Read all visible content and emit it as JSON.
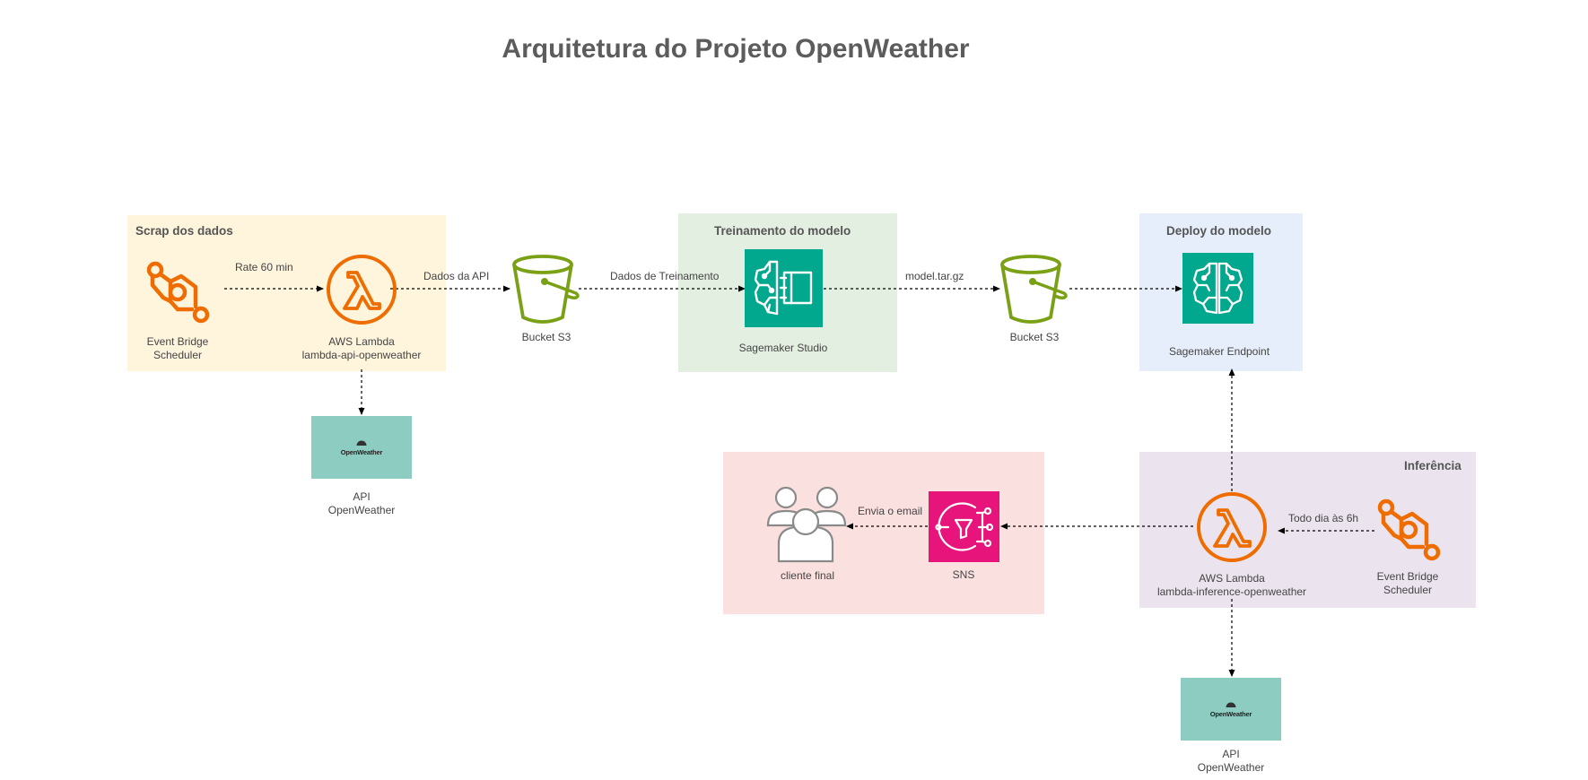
{
  "title": "Arquitetura do Projeto OpenWeather",
  "colors": {
    "scrap_bg": "#fff5dd",
    "train_bg": "#e3efe0",
    "deploy_bg": "#e5eefa",
    "inference_bg": "#ebe4ee",
    "client_bg": "#fbe0e0",
    "lambda_orange": "#ee6c00",
    "bucket_green": "#7aa116",
    "sagemaker_teal": "#01a88d",
    "sns_pink": "#e7157b",
    "openweather_bg": "#8dcdc1",
    "people_gray": "#8a8a8a"
  },
  "groups": {
    "scrap": "Scrap dos dados",
    "training": "Treinamento do modelo",
    "deploy": "Deploy do modelo",
    "inference": "Inferência"
  },
  "nodes": {
    "eventbridge_1": {
      "line1": "Event Bridge",
      "line2": "Scheduler",
      "icon": "eventbridge-scheduler-icon"
    },
    "lambda_1": {
      "line1": "AWS Lambda",
      "line2": "lambda-api-openweather",
      "icon": "lambda-icon"
    },
    "api_1": {
      "line1": "API",
      "line2": "OpenWeather",
      "logo": "OpenWeather"
    },
    "bucket_1": {
      "line1": "Bucket S3",
      "icon": "s3-bucket-icon"
    },
    "sagemaker_studio": {
      "line1": "Sagemaker Studio",
      "icon": "sagemaker-studio-icon"
    },
    "bucket_2": {
      "line1": "Bucket S3",
      "icon": "s3-bucket-icon"
    },
    "sagemaker_endpoint": {
      "line1": "Sagemaker Endpoint",
      "icon": "sagemaker-endpoint-icon"
    },
    "eventbridge_2": {
      "line1": "Event Bridge",
      "line2": "Scheduler",
      "icon": "eventbridge-scheduler-icon"
    },
    "lambda_2": {
      "line1": "AWS Lambda",
      "line2": "lambda-inference-openweather",
      "icon": "lambda-icon"
    },
    "sns": {
      "line1": "SNS",
      "icon": "sns-icon"
    },
    "cliente": {
      "line1": "cliente final",
      "icon": "users-icon"
    },
    "api_2": {
      "line1": "API",
      "line2": "OpenWeather",
      "logo": "OpenWeather"
    }
  },
  "edges": {
    "rate": "Rate 60 min",
    "dados_api": "Dados da API",
    "dados_treinamento": "Dados de Treinamento",
    "model": "model.tar.gz",
    "todo_dia": "Todo dia às 6h",
    "envia_email": "Envia o email"
  }
}
